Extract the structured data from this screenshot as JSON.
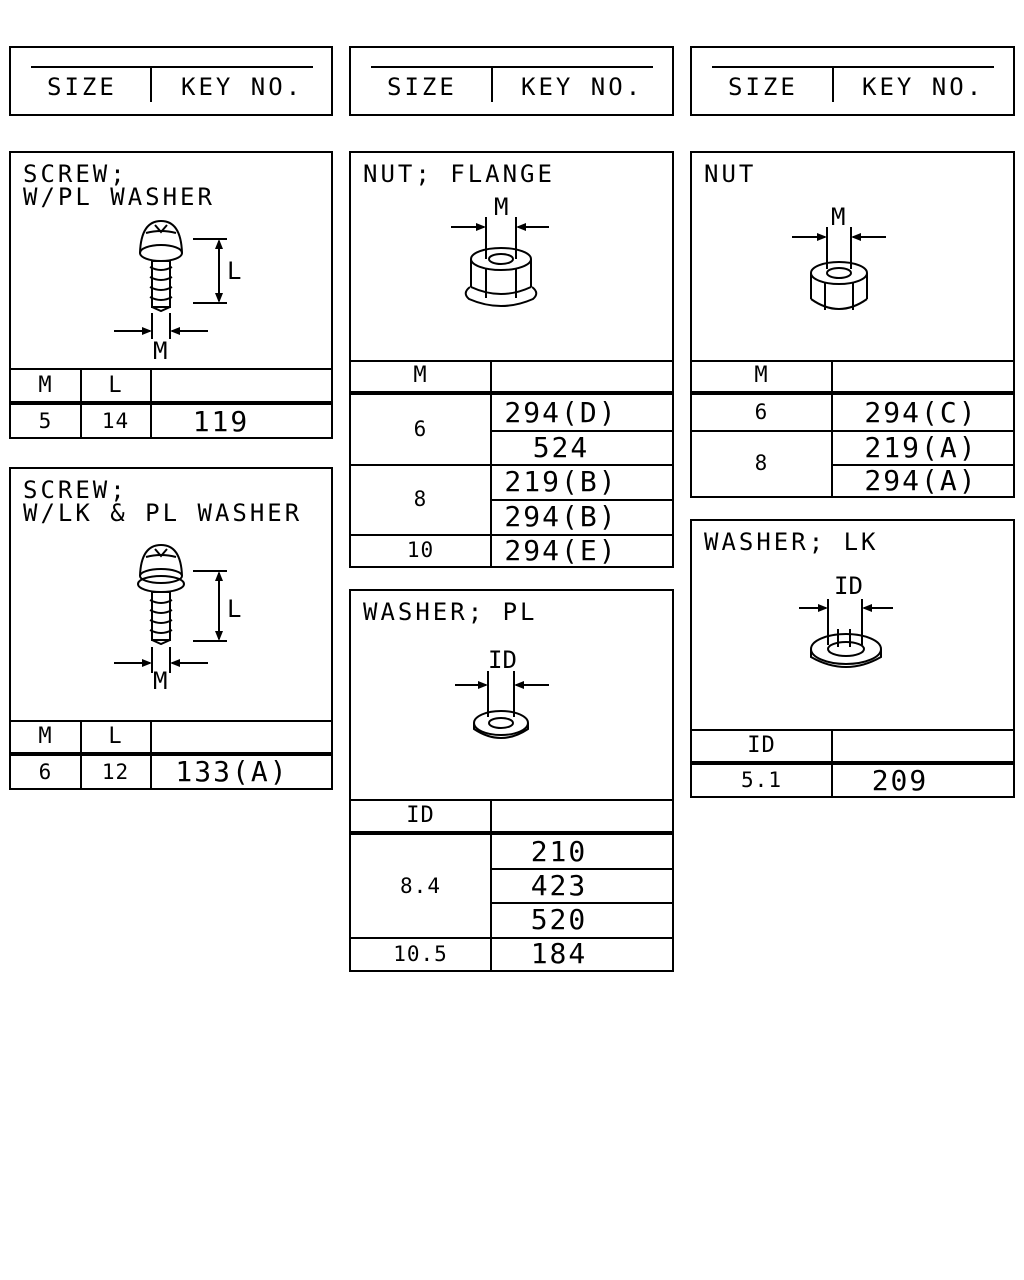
{
  "headers": [
    {
      "size": "SIZE",
      "key": "KEY NO."
    },
    {
      "size": "SIZE",
      "key": "KEY NO."
    },
    {
      "size": "SIZE",
      "key": "KEY NO."
    }
  ],
  "screw_pl": {
    "title1": "SCREW;",
    "title2": "W/PL WASHER",
    "dim_l": "L",
    "dim_m": "M",
    "col_m": "M",
    "col_l": "L",
    "rows": [
      {
        "m": "5",
        "l": "14",
        "key": "119"
      }
    ]
  },
  "screw_lk_pl": {
    "title1": "SCREW;",
    "title2": "W/LK & PL WASHER",
    "dim_l": "L",
    "dim_m": "M",
    "col_m": "M",
    "col_l": "L",
    "rows": [
      {
        "m": "6",
        "l": "12",
        "key": "133(A)"
      }
    ]
  },
  "nut_flange": {
    "title": "NUT; FLANGE",
    "dim_m": "M",
    "col_m": "M",
    "groups": [
      {
        "m": "6",
        "keys": [
          "294(D)",
          "524"
        ]
      },
      {
        "m": "8",
        "keys": [
          "219(B)",
          "294(B)"
        ]
      },
      {
        "m": "10",
        "keys": [
          "294(E)"
        ]
      }
    ]
  },
  "washer_pl": {
    "title": "WASHER; PL",
    "dim_id": "ID",
    "col_id": "ID",
    "groups": [
      {
        "id": "8.4",
        "keys": [
          "210",
          "423",
          "520"
        ]
      },
      {
        "id": "10.5",
        "keys": [
          "184"
        ]
      }
    ]
  },
  "nut": {
    "title": "NUT",
    "dim_m": "M",
    "col_m": "M",
    "groups": [
      {
        "m": "6",
        "keys": [
          "294(C)"
        ]
      },
      {
        "m": "8",
        "keys": [
          "219(A)",
          "294(A)"
        ]
      }
    ]
  },
  "washer_lk": {
    "title": "WASHER; LK",
    "dim_id": "ID",
    "col_id": "ID",
    "rows": [
      {
        "id": "5.1",
        "key": "209"
      }
    ]
  }
}
